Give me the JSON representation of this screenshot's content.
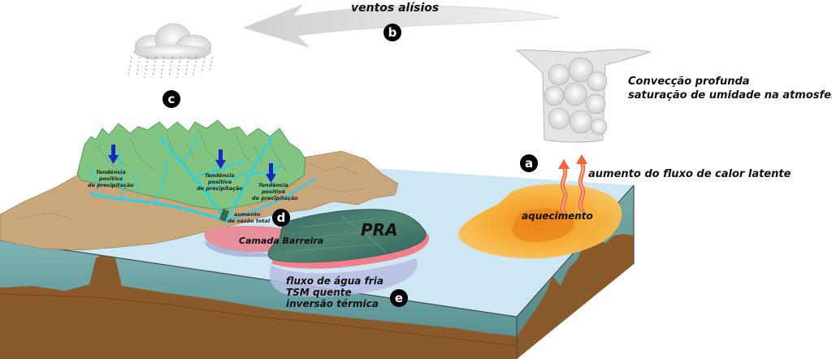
{
  "labels": {
    "winds": "ventos alísios",
    "convection_line1": "Convecção profunda",
    "convection_line2": "saturação de umidade na atmosfera",
    "latent_heat": "aumento do fluxo de calor latente",
    "heating": "aquecimento",
    "pra": "PRA",
    "barrier_layer": "Camada Barreira",
    "cold_flux": "fluxo de água fria",
    "sst_warm": "TSM quente",
    "thermal_inversion": "inversão térmica",
    "precip_trend_1": [
      "Tendência",
      "positiva",
      "de precipitação"
    ],
    "precip_trend_2": [
      "Tendência",
      "positiva",
      "de precipitação"
    ],
    "precip_trend_3": [
      "Tendência",
      "positiva",
      "de precipitação"
    ],
    "discharge": [
      "aumento",
      "de vazão total"
    ]
  },
  "badges": {
    "a": "a",
    "b": "b",
    "c": "c",
    "d": "d",
    "e": "e"
  },
  "colors": {
    "ocean_surface": "#cce6f6",
    "ocean_side": "#5f9a9a",
    "sediment": "#8a5a2e",
    "land_tan": "#c9a97a",
    "vegetation": "#7fc47f",
    "rivers": "#23d6ee",
    "warm_pool": "#f7a81a",
    "barrier_pink": "#f08a8a",
    "badge": "#000000",
    "arrow_blue": "#1726c9"
  }
}
